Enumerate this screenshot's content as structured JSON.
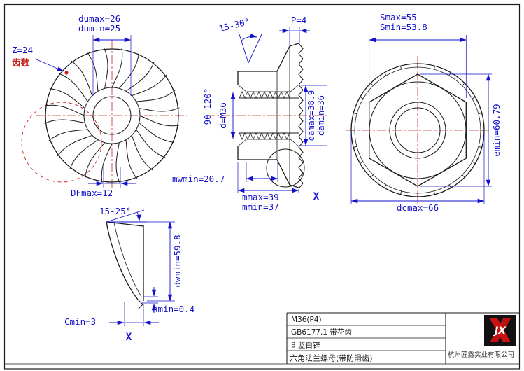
{
  "drawing": {
    "type": "hex-flange-nut-engineering-drawing"
  },
  "colors": {
    "dimension_blue": "#1212cc",
    "centerline_red": "#cc2222",
    "line_black": "#1a1a1a",
    "logo_red": "#cc1111",
    "logo_black": "#111111",
    "paper_white": "#ffffff"
  },
  "front_view": {
    "dumax": "dumax=26",
    "dumin": "dumin=25",
    "teeth_count": "Z=24",
    "teeth_note": "齿数",
    "dfmax": "DFmax=12"
  },
  "section_view": {
    "flange_angle": "15-30°",
    "pitch": "P=4",
    "countersink_angle": "90-120°",
    "thread": "d=M36",
    "damax": "damax=38.9",
    "damin": "damin=36",
    "mwmin": "mwmin=20.7",
    "mmax": "mmax=39",
    "mmin": "mmin=37",
    "detail_label": "X"
  },
  "top_view": {
    "smax": "Smax=55",
    "smin": "Smin=53.8",
    "emin": "emin=60.79",
    "dcmax": "dcmax=66"
  },
  "detail_view": {
    "angle": "15-25°",
    "dwmin": "dwmin=59.8",
    "hmin": "hmin=0.4",
    "cmin": "Cmin=3",
    "label": "X"
  },
  "title_block": {
    "spec": "M36(P4)",
    "standard": "GB6177.1 带花齿",
    "grade_finish": "8 蓝白锌",
    "part_name": "六角法兰螺母(带防滑齿)",
    "company": "杭州匠鑫实业有限公司",
    "logo_text": "JX"
  }
}
